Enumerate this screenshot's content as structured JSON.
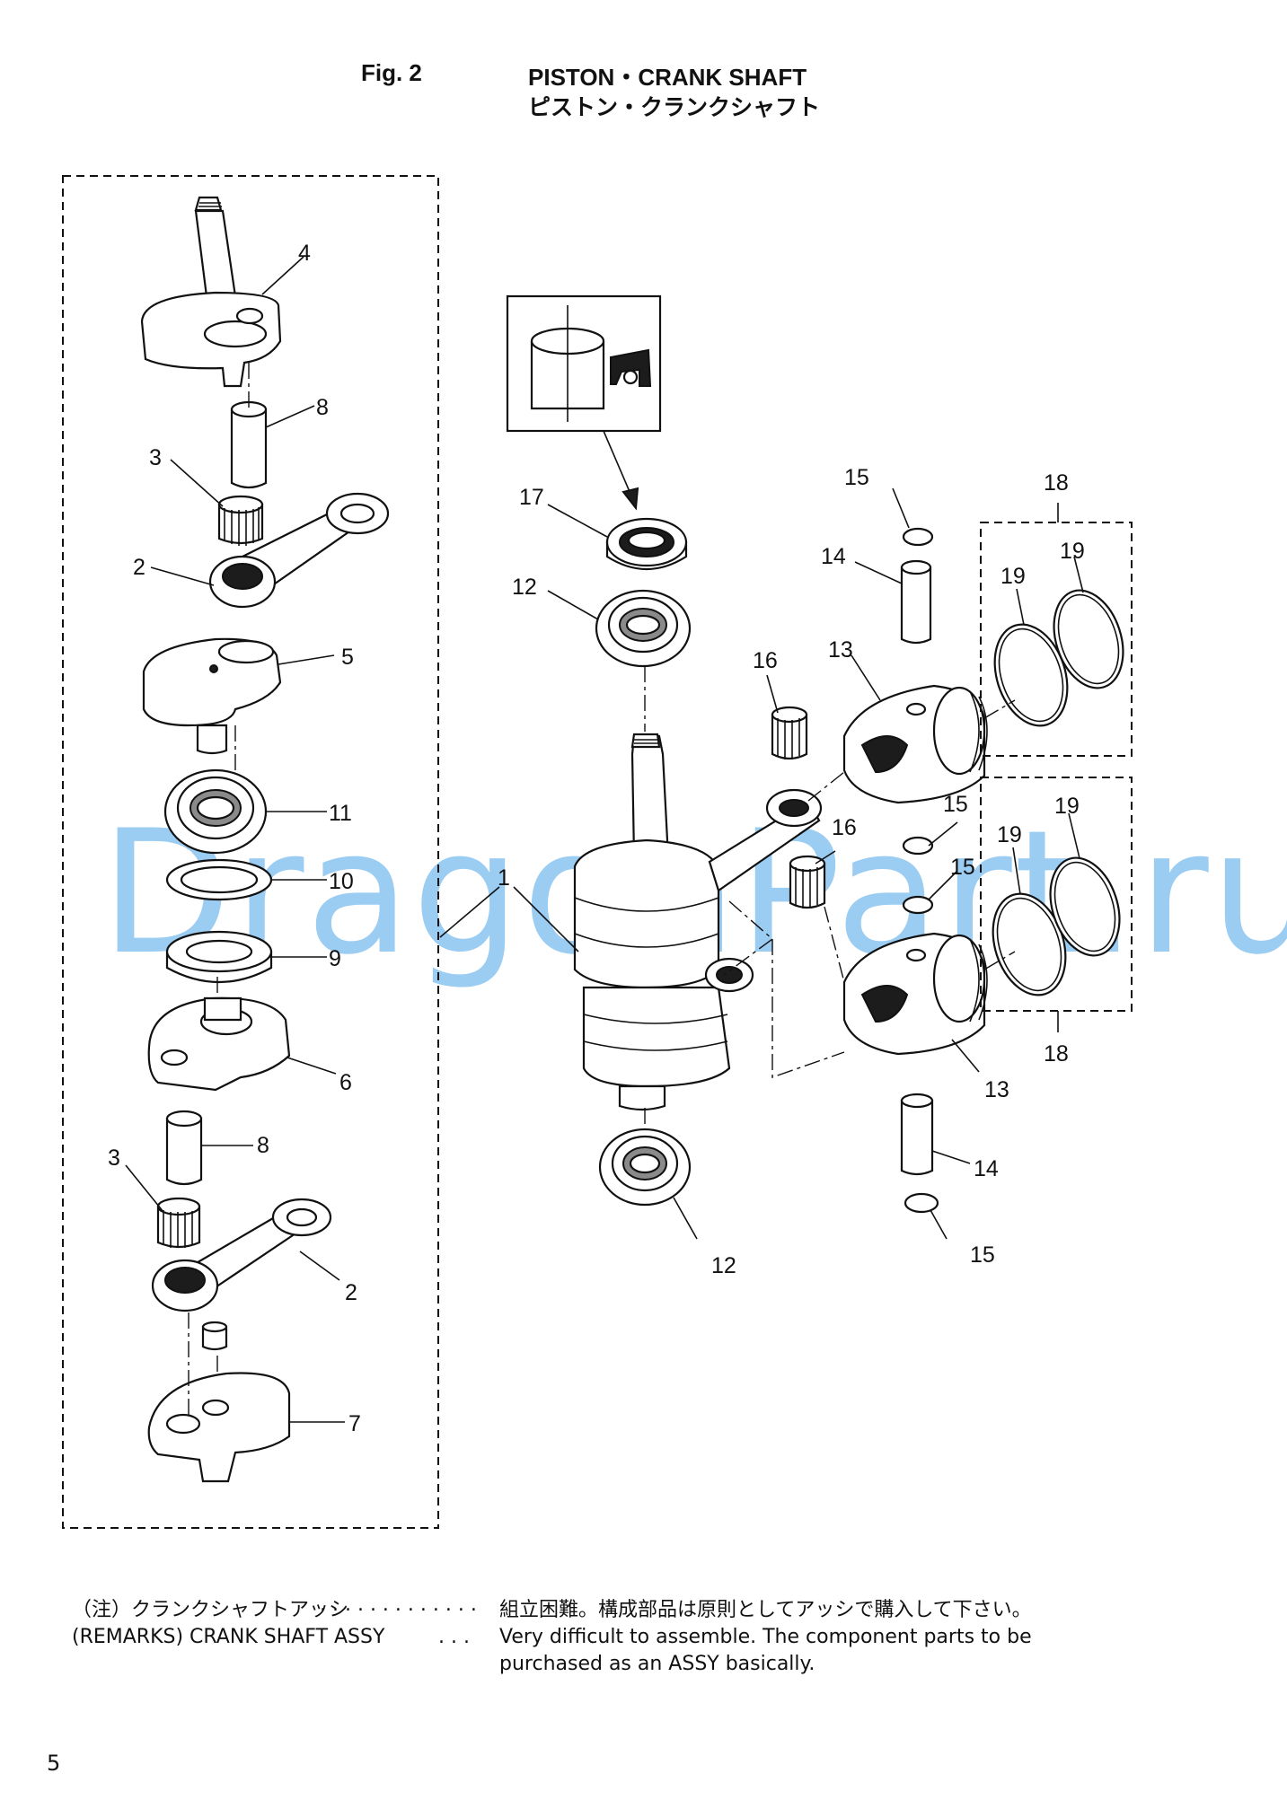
{
  "header": {
    "fig_num": "Fig. 2",
    "title_en": "PISTON・CRANK SHAFT",
    "title_ja": "ピストン・クランクシャフト"
  },
  "callouts": {
    "c1": "1",
    "c2a": "2",
    "c2b": "2",
    "c3a": "3",
    "c3b": "3",
    "c4": "4",
    "c5": "5",
    "c6": "6",
    "c7": "7",
    "c8a": "8",
    "c8b": "8",
    "c9": "9",
    "c10": "10",
    "c11": "11",
    "c12a": "12",
    "c12b": "12",
    "c13a": "13",
    "c13b": "13",
    "c14a": "14",
    "c14b": "14",
    "c15a": "15",
    "c15b": "15",
    "c15c": "15",
    "c15d": "15",
    "c16a": "16",
    "c16b": "16",
    "c17": "17",
    "c18a": "18",
    "c18b": "18",
    "c19a": "19",
    "c19b": "19",
    "c19c": "19",
    "c19d": "19"
  },
  "watermark": "DragonPart.ru",
  "remarks": {
    "ja_label": "（注）クランクシャフトアッシ",
    "ja_dots": ". . . . . . . . . . . . .",
    "ja_text": "組立困難。構成部品は原則としてアッシで購入して下さい。",
    "en_label": "(REMARKS) CRANK SHAFT ASSY",
    "en_dots": ". . .",
    "en_text_1": "Very difficult to assemble. The component parts to be",
    "en_text_2": "purchased as an ASSY basically."
  },
  "page_number": "5",
  "colors": {
    "line": "#111111",
    "watermark": "#4aa3e8"
  }
}
